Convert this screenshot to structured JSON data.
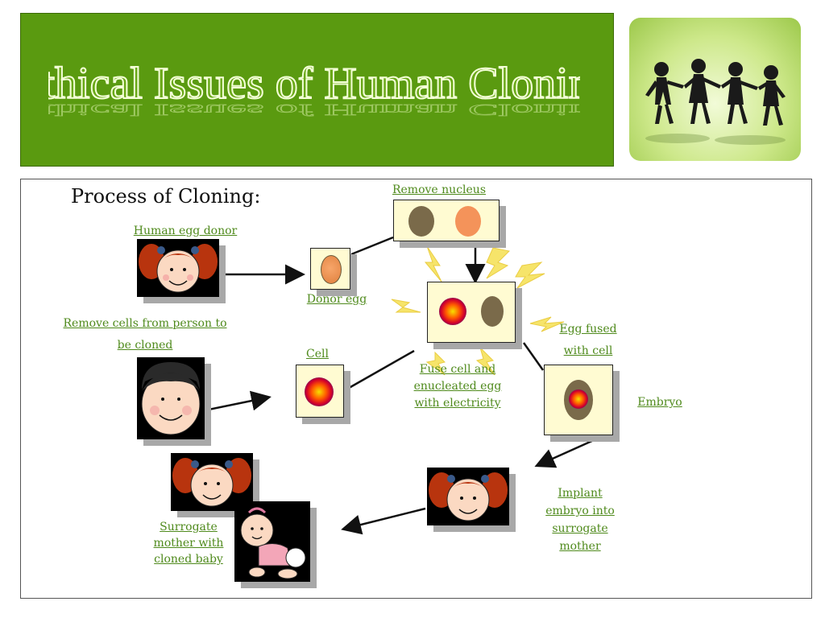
{
  "banner": {
    "title": "Ethical Issues of Human Cloning",
    "bg_color": "#5a9a10"
  },
  "diagram": {
    "heading": "Process of Cloning:",
    "labels": {
      "remove_nucleus": "Remove nucleus",
      "human_egg_donor": "Human egg donor",
      "donor_egg": "Donor egg",
      "remove_cells": "Remove cells from person to be cloned",
      "cell": "Cell",
      "egg_fused": "Egg fused with cell",
      "fuse_cell": "Fuse cell and enucleated egg with electricity",
      "embryo": "Embryo",
      "implant": "Implant embryo into surrogate mother",
      "surrogate": "Surrogate mother with cloned baby"
    },
    "colors": {
      "label": "#4f8a1c",
      "cream": "#fffbd2",
      "nucleus": "#7a6a4a",
      "egg": "#f4935a"
    }
  }
}
